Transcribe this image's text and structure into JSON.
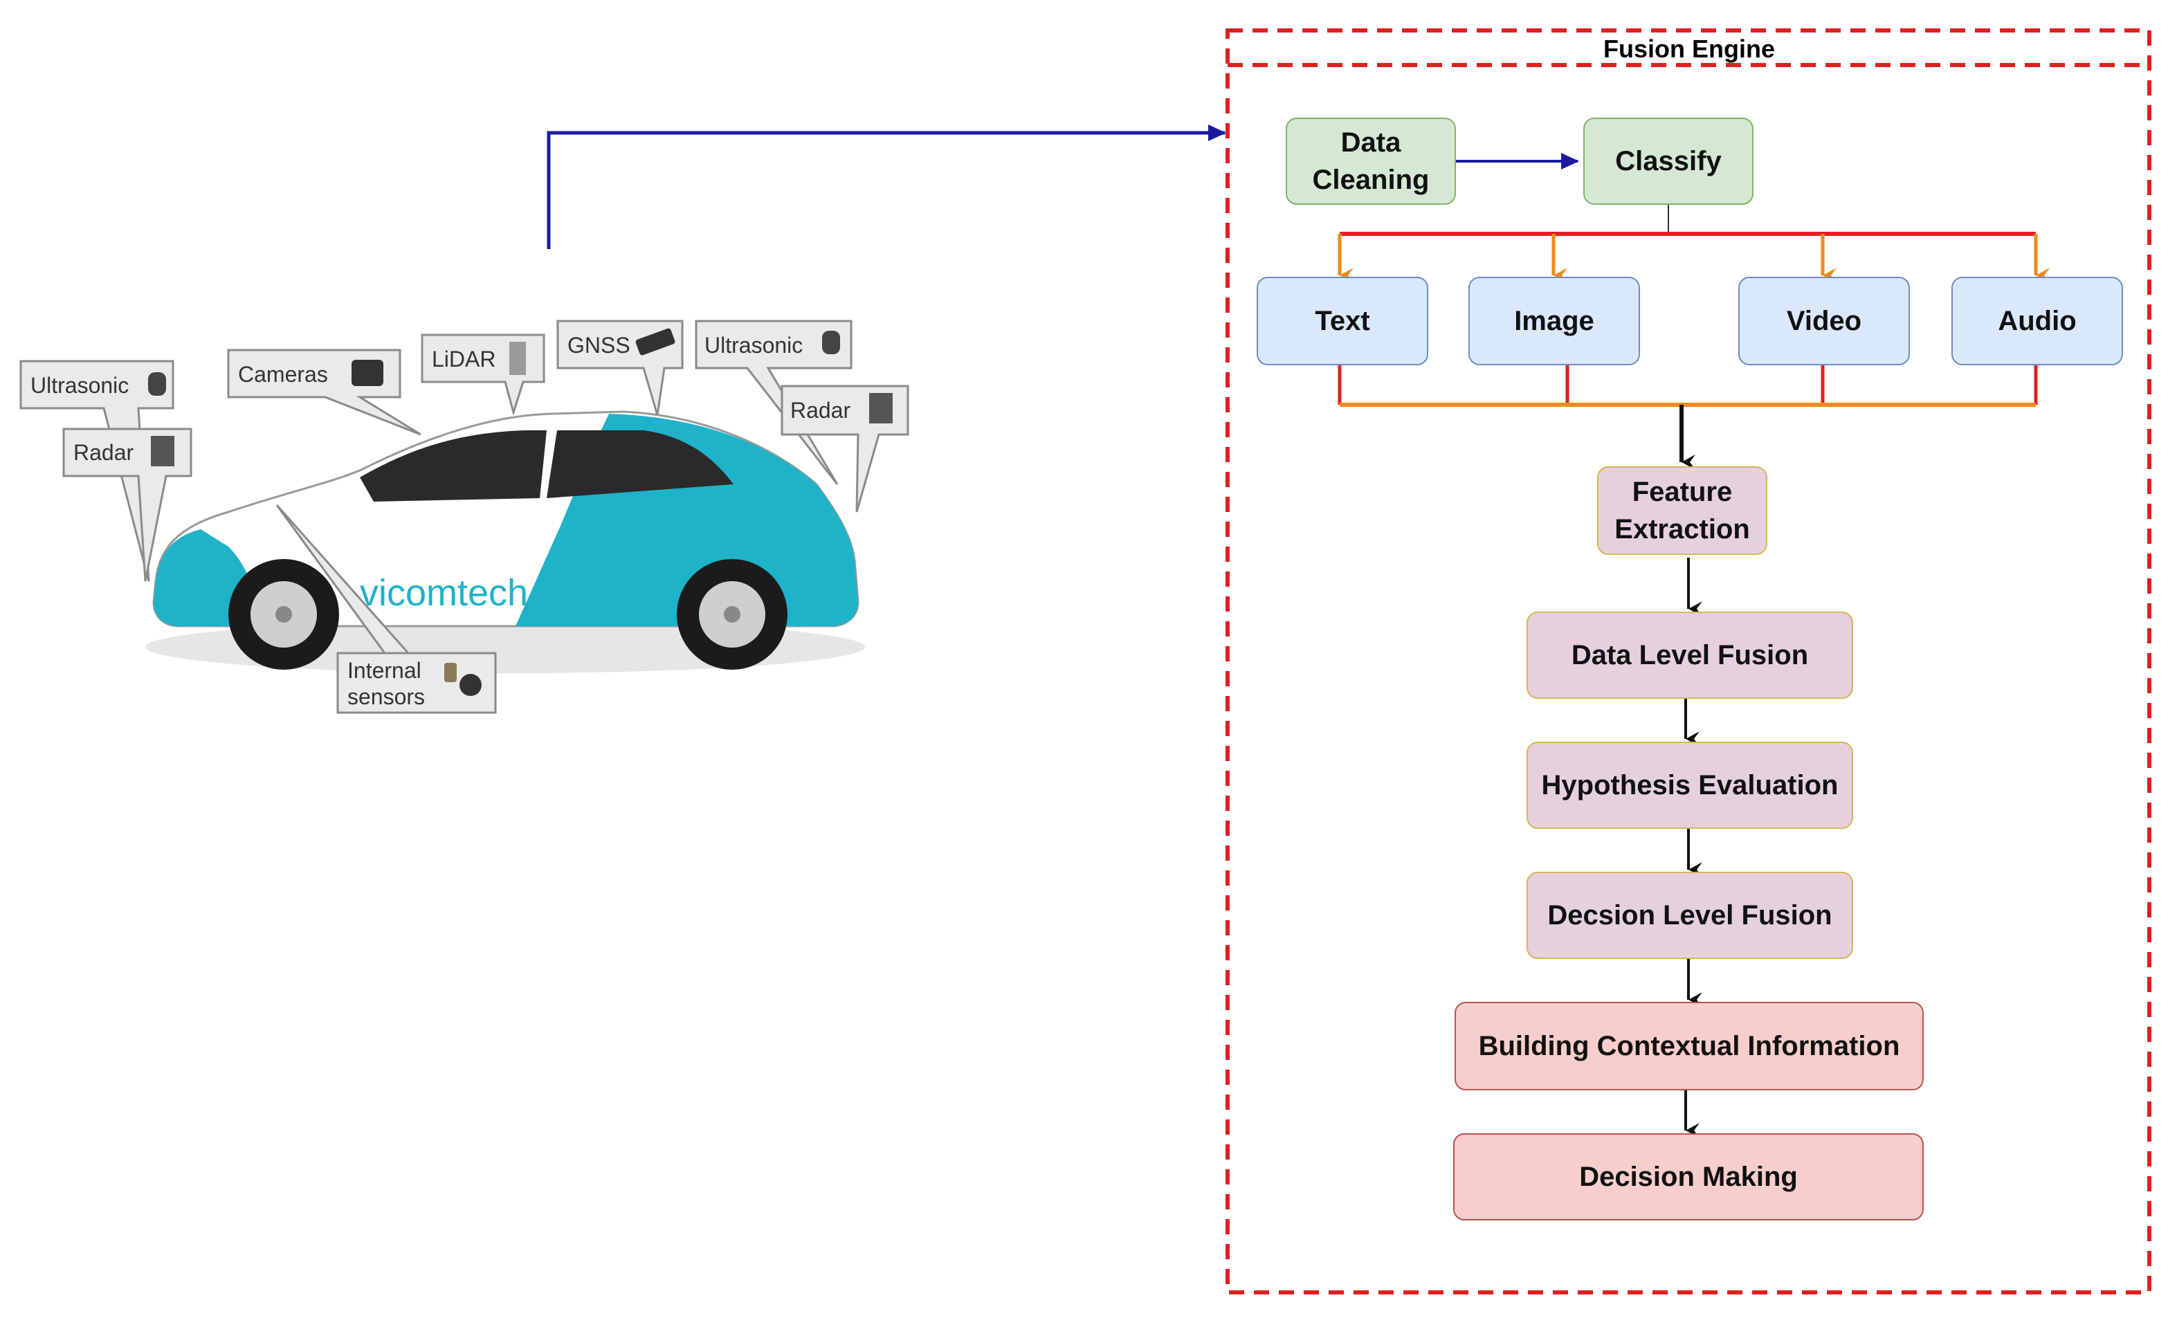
{
  "fusion_engine": {
    "title": "Fusion Engine",
    "border_color": "#e02020",
    "steps": {
      "data_cleaning": "Data Cleaning",
      "classify": "Classify",
      "feature_extraction": "Feature Extraction",
      "data_level_fusion": "Data Level Fusion",
      "hypothesis_evaluation": "Hypothesis Evaluation",
      "decision_level_fusion": "Decsion Level Fusion",
      "building_contextual_information": "Building Contextual Information",
      "decision_making": "Decision Making"
    },
    "data_types": [
      "Text",
      "Image",
      "Video",
      "Audio"
    ]
  },
  "vehicle": {
    "brand": "vicomtech",
    "sensor_callouts": {
      "ultrasonic_left": "Ultrasonic",
      "radar_left": "Radar",
      "cameras": "Cameras",
      "lidar": "LiDAR",
      "gnss": "GNSS",
      "ultrasonic_right": "Ultrasonic",
      "radar_right": "Radar",
      "internal_sensors_line1": "Internal",
      "internal_sensors_line2": "sensors"
    }
  },
  "colors": {
    "connector_blue": "#1a1aa0",
    "branch_red": "#e02020",
    "branch_orange": "#f08a1c",
    "car_teal": "#1fb3c9",
    "green_fill": "#d5e8d4",
    "blue_fill": "#dae8fc",
    "purple_fill": "#e6d0de",
    "pink_fill": "#f8cecc"
  }
}
